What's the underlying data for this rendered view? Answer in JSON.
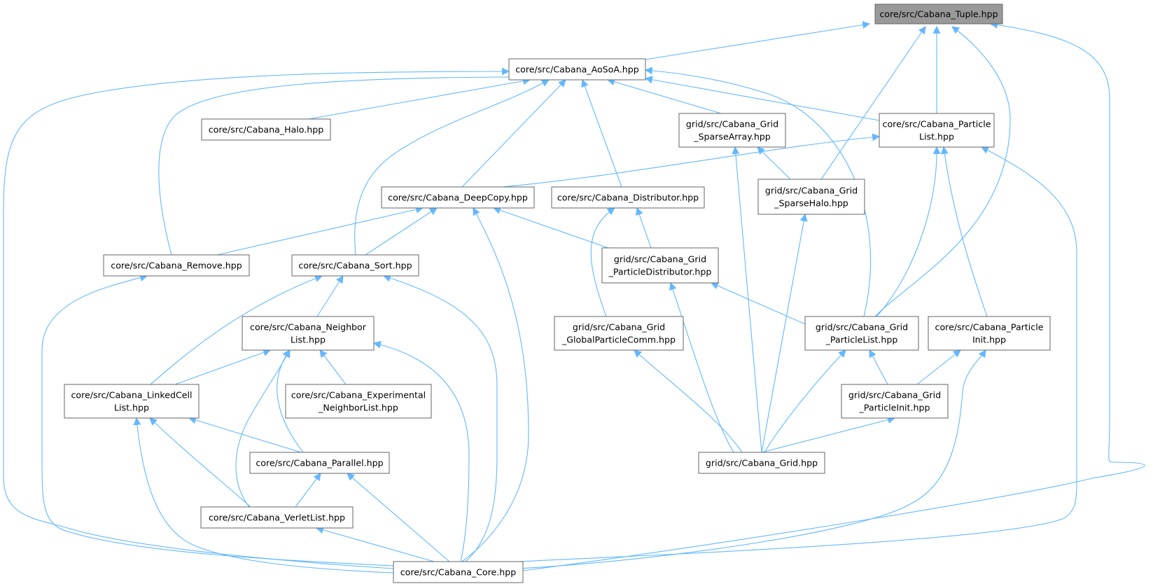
{
  "colors": {
    "edge": "#63b8ff",
    "node_border": "#666666",
    "node_fill": "#ffffff",
    "root_fill": "#999999",
    "background": "#ffffff"
  },
  "nodes": [
    {
      "id": "tuple",
      "lines": [
        "core/src/Cabana_Tuple.hpp"
      ],
      "root": true
    },
    {
      "id": "aosoa",
      "lines": [
        "core/src/Cabana_AoSoA.hpp"
      ]
    },
    {
      "id": "halo",
      "lines": [
        "core/src/Cabana_Halo.hpp"
      ]
    },
    {
      "id": "sparsearray",
      "lines": [
        "grid/src/Cabana_Grid",
        "_SparseArray.hpp"
      ]
    },
    {
      "id": "particlelist",
      "lines": [
        "core/src/Cabana_Particle",
        "List.hpp"
      ]
    },
    {
      "id": "deepcopy",
      "lines": [
        "core/src/Cabana_DeepCopy.hpp"
      ]
    },
    {
      "id": "distributor",
      "lines": [
        "core/src/Cabana_Distributor.hpp"
      ]
    },
    {
      "id": "sparsehalo",
      "lines": [
        "grid/src/Cabana_Grid",
        "_SparseHalo.hpp"
      ]
    },
    {
      "id": "remove",
      "lines": [
        "core/src/Cabana_Remove.hpp"
      ]
    },
    {
      "id": "sort",
      "lines": [
        "core/src/Cabana_Sort.hpp"
      ]
    },
    {
      "id": "particledistributor",
      "lines": [
        "grid/src/Cabana_Grid",
        "_ParticleDistributor.hpp"
      ]
    },
    {
      "id": "neighborlist",
      "lines": [
        "core/src/Cabana_Neighbor",
        "List.hpp"
      ]
    },
    {
      "id": "globalparticlecomm",
      "lines": [
        "grid/src/Cabana_Grid",
        "_GlobalParticleComm.hpp"
      ]
    },
    {
      "id": "gridparticlelist",
      "lines": [
        "grid/src/Cabana_Grid",
        "_ParticleList.hpp"
      ]
    },
    {
      "id": "particleinit",
      "lines": [
        "core/src/Cabana_Particle",
        "Init.hpp"
      ]
    },
    {
      "id": "linkedcell",
      "lines": [
        "core/src/Cabana_LinkedCell",
        "List.hpp"
      ]
    },
    {
      "id": "experimental",
      "lines": [
        "core/src/Cabana_Experimental",
        "_NeighborList.hpp"
      ]
    },
    {
      "id": "gridparticleinit",
      "lines": [
        "grid/src/Cabana_Grid",
        "_ParticleInit.hpp"
      ]
    },
    {
      "id": "parallel",
      "lines": [
        "core/src/Cabana_Parallel.hpp"
      ]
    },
    {
      "id": "grid",
      "lines": [
        "grid/src/Cabana_Grid.hpp"
      ]
    },
    {
      "id": "verlet",
      "lines": [
        "core/src/Cabana_VerletList.hpp"
      ]
    },
    {
      "id": "core",
      "lines": [
        "core/src/Cabana_Core.hpp"
      ]
    }
  ],
  "edges": [
    [
      "aosoa",
      "tuple"
    ],
    [
      "particlelist",
      "tuple"
    ],
    [
      "sparsehalo",
      "tuple"
    ],
    [
      "gridparticlelist",
      "tuple"
    ],
    [
      "core",
      "tuple"
    ],
    [
      "halo",
      "aosoa"
    ],
    [
      "sparsearray",
      "aosoa"
    ],
    [
      "particlelist",
      "aosoa"
    ],
    [
      "deepcopy",
      "aosoa"
    ],
    [
      "distributor",
      "aosoa"
    ],
    [
      "remove",
      "aosoa"
    ],
    [
      "sort",
      "aosoa"
    ],
    [
      "gridparticlelist",
      "aosoa"
    ],
    [
      "core",
      "aosoa"
    ],
    [
      "deepcopy",
      "particlelist"
    ],
    [
      "gridparticlelist",
      "particlelist"
    ],
    [
      "particleinit",
      "particlelist"
    ],
    [
      "core",
      "particlelist"
    ],
    [
      "sparsehalo",
      "sparsearray"
    ],
    [
      "grid",
      "sparsearray"
    ],
    [
      "remove",
      "deepcopy"
    ],
    [
      "sort",
      "deepcopy"
    ],
    [
      "particledistributor",
      "deepcopy"
    ],
    [
      "core",
      "deepcopy"
    ],
    [
      "particledistributor",
      "distributor"
    ],
    [
      "globalparticlecomm",
      "distributor"
    ],
    [
      "grid",
      "sparsehalo"
    ],
    [
      "core",
      "remove"
    ],
    [
      "neighborlist",
      "sort"
    ],
    [
      "linkedcell",
      "sort"
    ],
    [
      "core",
      "sort"
    ],
    [
      "gridparticlelist",
      "particledistributor"
    ],
    [
      "grid",
      "particledistributor"
    ],
    [
      "linkedcell",
      "neighborlist"
    ],
    [
      "experimental",
      "neighborlist"
    ],
    [
      "parallel",
      "neighborlist"
    ],
    [
      "verlet",
      "neighborlist"
    ],
    [
      "core",
      "neighborlist"
    ],
    [
      "grid",
      "globalparticlecomm"
    ],
    [
      "gridparticleinit",
      "gridparticlelist"
    ],
    [
      "grid",
      "gridparticlelist"
    ],
    [
      "gridparticleinit",
      "particleinit"
    ],
    [
      "core",
      "particleinit"
    ],
    [
      "parallel",
      "linkedcell"
    ],
    [
      "verlet",
      "linkedcell"
    ],
    [
      "core",
      "linkedcell"
    ],
    [
      "grid",
      "gridparticleinit"
    ],
    [
      "verlet",
      "parallel"
    ],
    [
      "core",
      "parallel"
    ],
    [
      "core",
      "verlet"
    ]
  ]
}
